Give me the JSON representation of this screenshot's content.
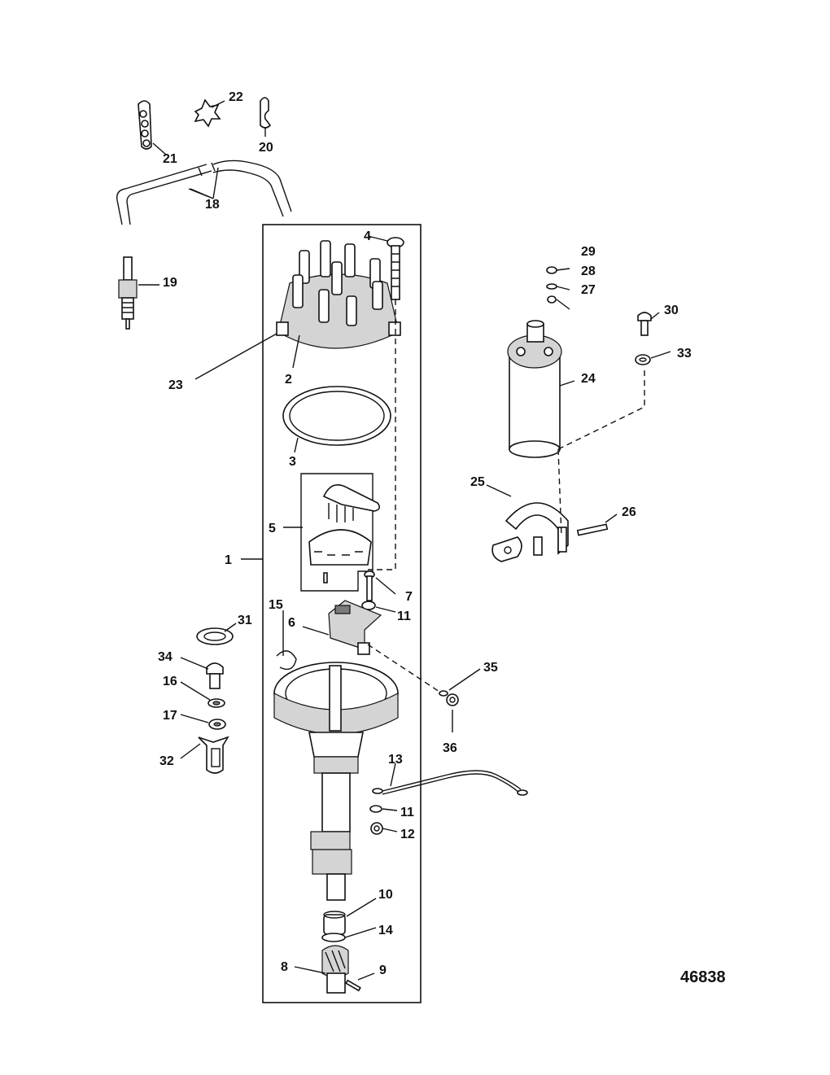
{
  "figure_number": "46838",
  "callouts": {
    "c1": "1",
    "c2": "2",
    "c3": "3",
    "c4": "4",
    "c5": "5",
    "c6": "6",
    "c7": "7",
    "c8": "8",
    "c9": "9",
    "c10": "10",
    "c11a": "11",
    "c11b": "11",
    "c12": "12",
    "c13": "13",
    "c14": "14",
    "c15": "15",
    "c16": "16",
    "c17": "17",
    "c18": "18",
    "c19": "19",
    "c20": "20",
    "c21": "21",
    "c22": "22",
    "c23": "23",
    "c24": "24",
    "c25": "25",
    "c26": "26",
    "c27": "27",
    "c28": "28",
    "c29": "29",
    "c30": "30",
    "c31": "31",
    "c32": "32",
    "c33": "33",
    "c34": "34",
    "c35": "35",
    "c36": "36"
  }
}
